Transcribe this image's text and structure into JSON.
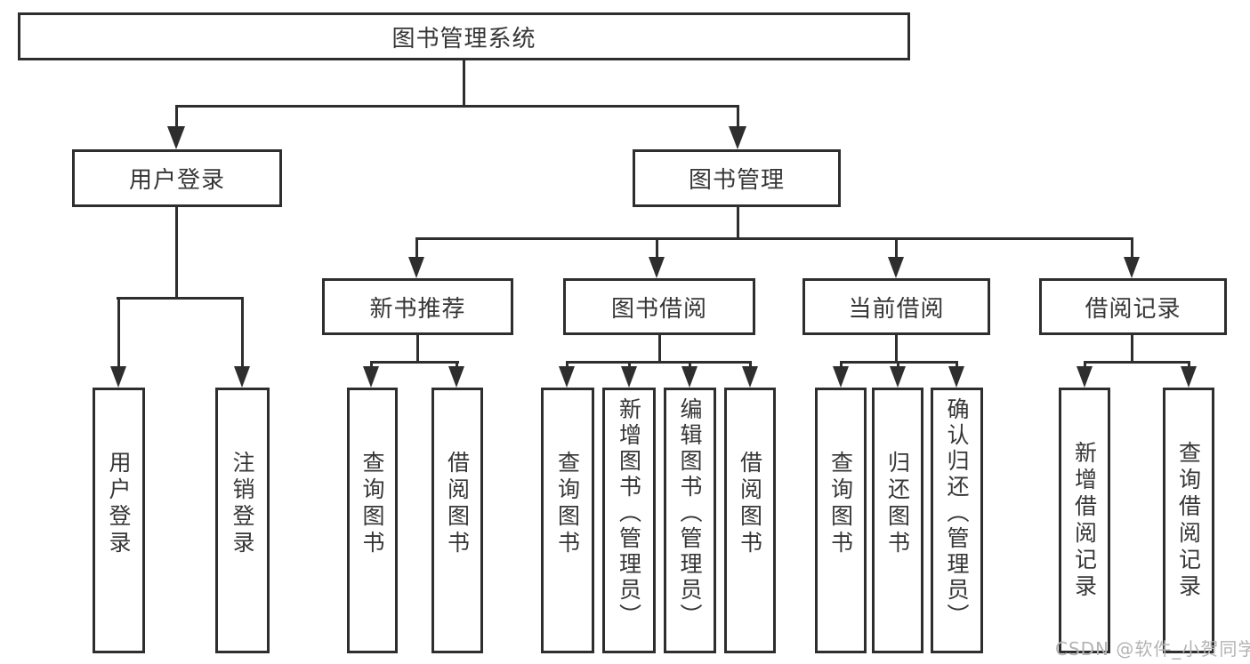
{
  "colors": {
    "line": "#2e2e2e",
    "text": "#363636",
    "box_background": "#ffffff",
    "page_background": "#ffffff",
    "watermark": "#b3b3b3"
  },
  "watermark": {
    "text": "CSDN @软件_小贺同学"
  },
  "tree": {
    "root": {
      "label": "图书管理系统"
    },
    "branches": [
      {
        "label": "用户登录",
        "children": [
          {
            "label": "用户登录"
          },
          {
            "label": "注销登录"
          }
        ]
      },
      {
        "label": "图书管理",
        "children": [
          {
            "label": "新书推荐",
            "children": [
              {
                "label": "查询图书"
              },
              {
                "label": "借阅图书"
              }
            ]
          },
          {
            "label": "图书借阅",
            "children": [
              {
                "label": "查询图书"
              },
              {
                "label": "新增图书（管理员）"
              },
              {
                "label": "编辑图书（管理员）"
              },
              {
                "label": "借阅图书"
              }
            ]
          },
          {
            "label": "当前借阅",
            "children": [
              {
                "label": "查询图书"
              },
              {
                "label": "归还图书"
              },
              {
                "label": "确认归还（管理员）"
              }
            ]
          },
          {
            "label": "借阅记录",
            "children": [
              {
                "label": "新增借阅记录"
              },
              {
                "label": "查询借阅记录"
              }
            ]
          }
        ]
      }
    ]
  }
}
